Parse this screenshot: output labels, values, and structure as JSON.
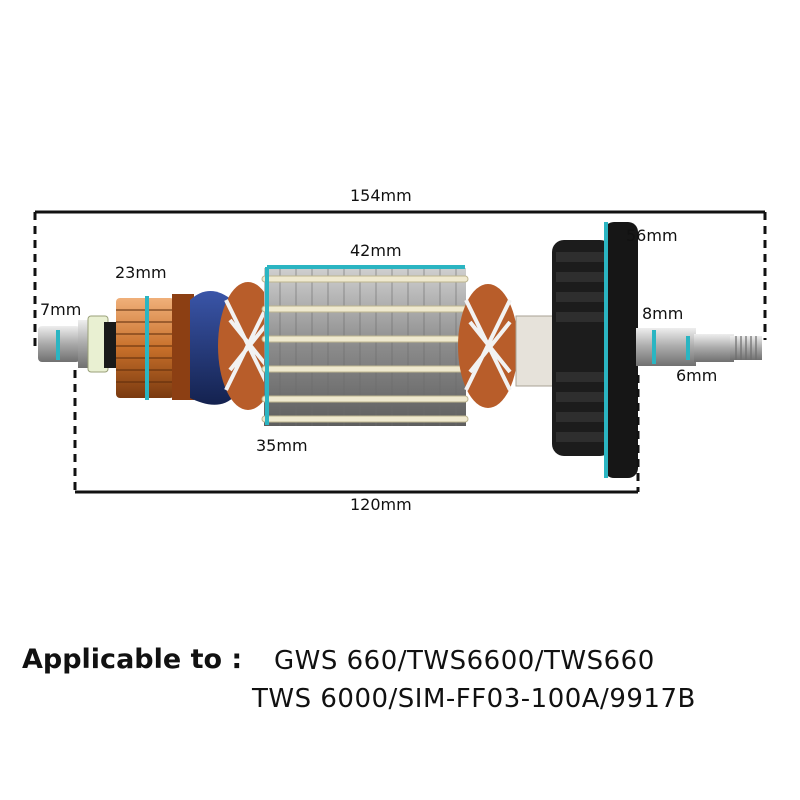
{
  "dimensions": {
    "overall_length": "154mm",
    "core_length": "42mm",
    "commutator_diameter": "23mm",
    "end_shaft_diameter": "7mm",
    "fan_diameter": "56mm",
    "shaft_diameter": "8mm",
    "thread_diameter": "6mm",
    "core_diameter": "35mm",
    "body_length": "120mm"
  },
  "applicable": {
    "label": "Applicable to :",
    "models_line1": "GWS 660/TWS6600/TWS660",
    "models_line2": "TWS 6000/SIM-FF03-100A/9917B"
  },
  "colors": {
    "measure_line": "#111111",
    "measure_marker": "#2bb5c2",
    "commutator_copper": "#c8702a",
    "fan_black": "#1c1c1c",
    "core_steel": "#8a8a8a"
  }
}
